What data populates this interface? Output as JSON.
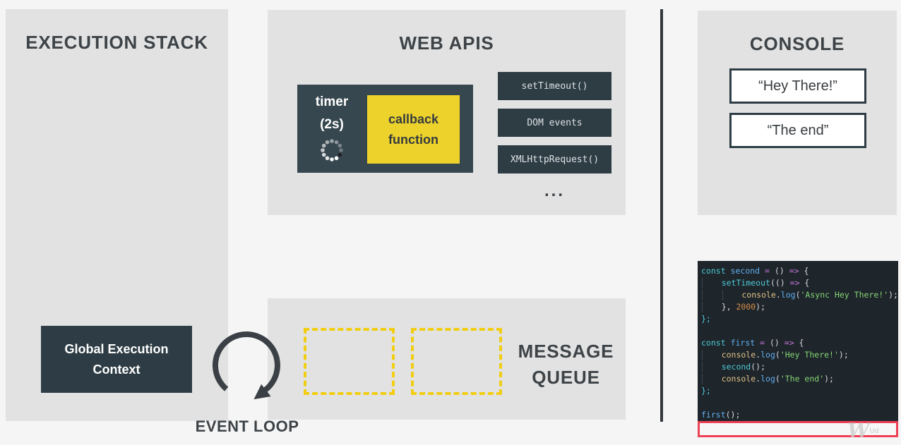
{
  "panels": {
    "execution_stack": {
      "title": "EXECUTION STACK",
      "global_execution_context": {
        "line1": "Global Execution",
        "line2": "Context"
      }
    },
    "web_apis": {
      "title": "WEB APIS",
      "timer": {
        "label": "timer",
        "duration": "(2s)"
      },
      "callback": {
        "line1": "callback",
        "line2": "function"
      },
      "api_buttons": [
        "setTimeout()",
        "DOM events",
        "XMLHttpRequest()"
      ],
      "more": "..."
    },
    "console": {
      "title": "CONSOLE",
      "outputs": [
        "“Hey There!”",
        "“The end”"
      ]
    },
    "message_queue": {
      "title_line1": "MESSAGE",
      "title_line2": "QUEUE",
      "empty_slots": 2
    },
    "event_loop": {
      "label": "EVENT LOOP"
    }
  },
  "code_editor": {
    "lines": [
      {
        "indent": 0,
        "tokens": [
          [
            "teal",
            "const"
          ],
          [
            "fg",
            " "
          ],
          [
            "blue",
            "second"
          ],
          [
            "fg",
            " "
          ],
          [
            "mag",
            "="
          ],
          [
            "fg",
            " () "
          ],
          [
            "mag",
            "=>"
          ],
          [
            "fg",
            " {"
          ]
        ]
      },
      {
        "indent": 1,
        "tokens": [
          [
            "teal",
            "setTimeout"
          ],
          [
            "fg",
            "(() "
          ],
          [
            "mag",
            "=>"
          ],
          [
            "fg",
            " {"
          ]
        ]
      },
      {
        "indent": 2,
        "tokens": [
          [
            "yel",
            "console"
          ],
          [
            "fg",
            "."
          ],
          [
            "blue",
            "log"
          ],
          [
            "fg",
            "("
          ],
          [
            "grn",
            "'Async Hey There!'"
          ],
          [
            "fg",
            ");"
          ]
        ]
      },
      {
        "indent": 1,
        "tokens": [
          [
            "fg",
            "}, "
          ],
          [
            "org",
            "2000"
          ],
          [
            "fg",
            ");"
          ]
        ]
      },
      {
        "indent": 0,
        "tokens": [
          [
            "teal",
            "};"
          ]
        ]
      },
      {
        "indent": 0,
        "tokens": []
      },
      {
        "indent": 0,
        "tokens": [
          [
            "teal",
            "const"
          ],
          [
            "fg",
            " "
          ],
          [
            "blue",
            "first"
          ],
          [
            "fg",
            " "
          ],
          [
            "mag",
            "="
          ],
          [
            "fg",
            " () "
          ],
          [
            "mag",
            "=>"
          ],
          [
            "fg",
            " {"
          ]
        ]
      },
      {
        "indent": 1,
        "tokens": [
          [
            "yel",
            "console"
          ],
          [
            "fg",
            "."
          ],
          [
            "blue",
            "log"
          ],
          [
            "fg",
            "("
          ],
          [
            "grn",
            "'Hey There!'"
          ],
          [
            "fg",
            ");"
          ]
        ]
      },
      {
        "indent": 1,
        "tokens": [
          [
            "teal",
            "second"
          ],
          [
            "fg",
            "();"
          ]
        ]
      },
      {
        "indent": 1,
        "tokens": [
          [
            "yel",
            "console"
          ],
          [
            "fg",
            "."
          ],
          [
            "blue",
            "log"
          ],
          [
            "fg",
            "("
          ],
          [
            "grn",
            "'The end'"
          ],
          [
            "fg",
            ");"
          ]
        ]
      },
      {
        "indent": 0,
        "tokens": [
          [
            "teal",
            "};"
          ]
        ]
      },
      {
        "indent": 0,
        "tokens": []
      },
      {
        "indent": 0,
        "tokens": [
          [
            "blue",
            "first"
          ],
          [
            "fg",
            "();"
          ]
        ]
      }
    ]
  },
  "watermark": {
    "glyph": "W",
    "text": "Ud"
  },
  "colors": {
    "page_bg": "#f5f5f5",
    "panel_gray": "#e2e2e2",
    "dark_slate": "#37474f",
    "dark_slate_deep": "#2e3c44",
    "accent_yellow": "#edd22b",
    "dashed_yellow": "#f2ce12",
    "title_text": "#3e4347",
    "red_accent": "#ee4056",
    "editor_bg": "#1e252b",
    "syntax": {
      "teal": "#4ec9d4",
      "blue": "#61afef",
      "magenta": "#c678dd",
      "yellow": "#e0c285",
      "green": "#85d475",
      "orange": "#d78f47"
    }
  }
}
